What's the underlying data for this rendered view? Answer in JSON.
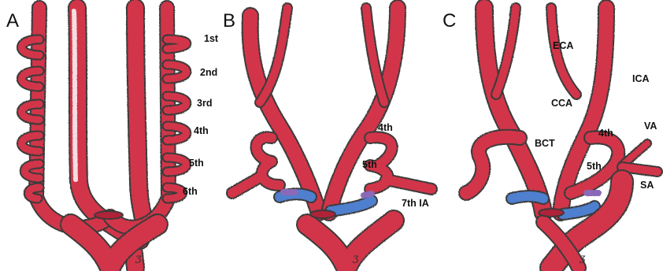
{
  "colors": {
    "vessel_red": "#d2354a",
    "vessel_outline": "#3a3a3a",
    "vessel_highlight": "#f6dde1",
    "regressed_blue": "#4f7fcf",
    "regressed_purple": "#8a6bb8"
  },
  "panels": [
    {
      "letter": "A",
      "labels": [
        "1st",
        "2nd",
        "3rd",
        "4th",
        "5th",
        "6th"
      ]
    },
    {
      "letter": "B",
      "labels": [
        "4th",
        "5th",
        "7th IA"
      ]
    },
    {
      "letter": "C",
      "labels": [
        "ECA",
        "ICA",
        "CCA",
        "VA",
        "BCT",
        "4th",
        "5th",
        "SA"
      ]
    }
  ],
  "signature": "Ʒ"
}
